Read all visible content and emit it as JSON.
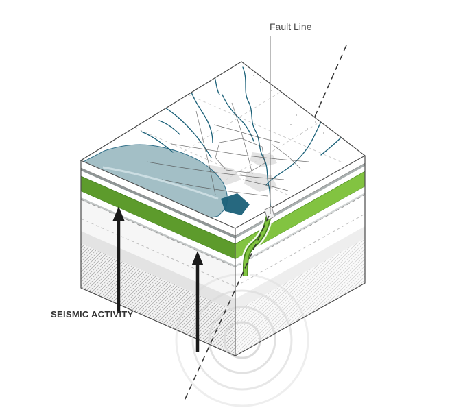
{
  "diagram": {
    "type": "isometric-earth-cross-section",
    "labels": {
      "fault_line": "Fault Line",
      "seismic_activity": "SEISMIC ACTIVITY"
    },
    "colors": {
      "green_layer_left": "#5d9b2c",
      "green_layer_right": "#82c341",
      "green_fault_dark": "#47851c",
      "bay": "#a3bfc6",
      "river": "#1a6078",
      "arrow": "#1a1a1a",
      "fault_dash": "#2f2f2f",
      "seismic_arc": "#d9d9d9",
      "outline": "#4a4a4a"
    }
  }
}
